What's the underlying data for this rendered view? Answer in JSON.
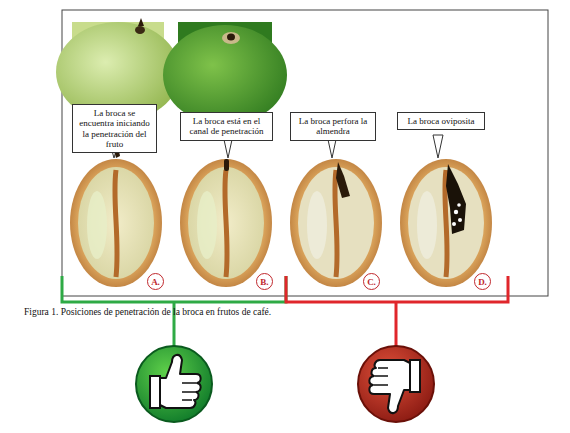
{
  "diagram": {
    "caption": "Figura 1. Posiciones de penetración de la broca en frutos de café.",
    "nodes": [
      {
        "text": [
          "La broca se encuentra iniciando la penetración del fruto"
        ]
      },
      {
        "text": [
          "La broca está en el canal de penetración"
        ]
      },
      {
        "text": [
          "La broca perfora la almendra"
        ]
      },
      {
        "text": [
          "La broca oviposita"
        ]
      },
      {
        "text": [
          "A."
        ]
      },
      {
        "text": [
          "B."
        ]
      },
      {
        "text": [
          "C."
        ]
      },
      {
        "text": [
          "D."
        ]
      }
    ]
  }
}
